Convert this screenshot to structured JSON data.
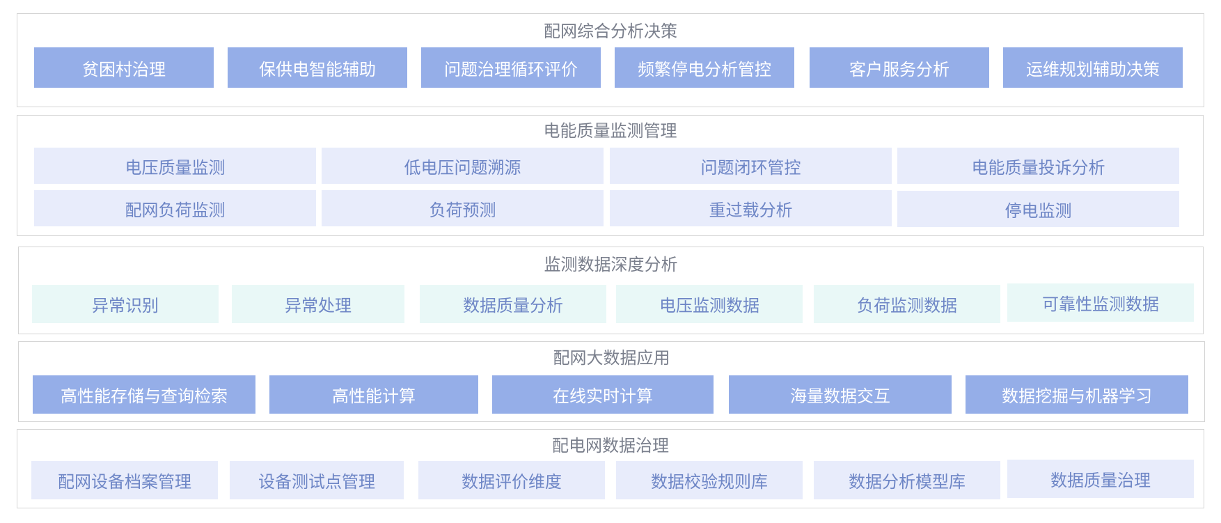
{
  "layers": [
    {
      "title": "配网综合分析决策",
      "items": [
        "贫困村治理",
        "保供电智能辅助",
        "问题治理循环评价",
        "频繁停电分析管控",
        "客户服务分析",
        "运维规划辅助决策"
      ]
    },
    {
      "title": "电能质量监测管理",
      "items": [
        "电压质量监测",
        "低电压问题溯源",
        "问题闭环管控",
        "电能质量投诉分析",
        "配网负荷监测",
        "负荷预测",
        "重过载分析",
        "停电监测"
      ]
    },
    {
      "title": "监测数据深度分析",
      "items": [
        "异常识别",
        "异常处理",
        "数据质量分析",
        "电压监测数据",
        "负荷监测数据",
        "可靠性监测数据"
      ]
    },
    {
      "title": "配网大数据应用",
      "items": [
        "高性能存储与查询检索",
        "高性能计算",
        "在线实时计算",
        "海量数据交互",
        "数据挖掘与机器学习"
      ]
    },
    {
      "title": "配电网数据治理",
      "items": [
        "配网设备档案管理",
        "设备测试点管理",
        "数据评价维度",
        "数据校验规则库",
        "数据分析模型库",
        "数据质量治理"
      ]
    }
  ],
  "colors": {
    "dark_box": "#95aee8",
    "light_box": "#e8ecfb",
    "mint_box": "#e9f8f7",
    "border": "#d4d4d4",
    "title_text": "#7a7f8c",
    "light_text": "#6e86c6"
  }
}
